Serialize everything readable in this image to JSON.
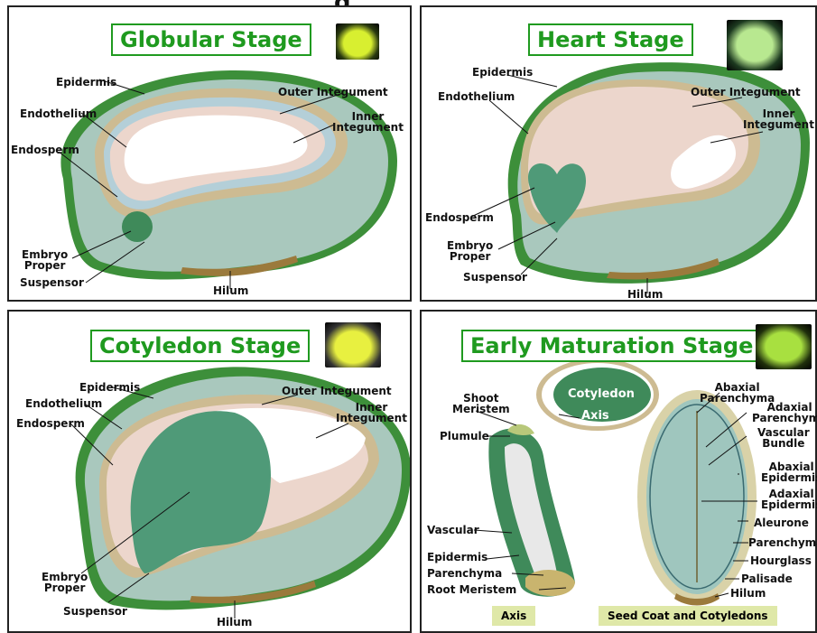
{
  "top_fragment": "g",
  "panels": {
    "globular": {
      "title": "Globular Stage",
      "labels": {
        "epidermis": "Epidermis",
        "endothelium": "Endothelium",
        "endosperm": "Endosperm",
        "outer_integument": "Outer Integument",
        "inner_integument": "Inner\nIntegument",
        "embryo_proper": "Embryo\nProper",
        "suspensor": "Suspensor",
        "hilum": "Hilum"
      }
    },
    "heart": {
      "title": "Heart Stage",
      "labels": {
        "epidermis": "Epidermis",
        "endothelium": "Endothelium",
        "outer_integument": "Outer Integument",
        "inner_integument": "Inner\nIntegument",
        "endosperm": "Endosperm",
        "embryo_proper": "Embryo\nProper",
        "suspensor": "Suspensor",
        "hilum": "Hilum"
      }
    },
    "cotyledon": {
      "title": "Cotyledon Stage",
      "labels": {
        "epidermis": "Epidermis",
        "endothelium": "Endothelium",
        "endosperm": "Endosperm",
        "outer_integument": "Outer Integument",
        "inner_integument": "Inner\nIntegument",
        "embryo_proper": "Embryo\nProper",
        "suspensor": "Suspensor",
        "hilum": "Hilum"
      }
    },
    "maturation": {
      "title": "Early Maturation Stage",
      "labels": {
        "shoot_meristem": "Shoot\nMeristem",
        "plumule": "Plumule",
        "cotyledon": "Cotyledon",
        "axis_inner": "Axis",
        "vascular": "Vascular",
        "epidermis": "Epidermis",
        "parenchyma": "Parenchyma",
        "root_meristem": "Root Meristem",
        "abaxial_parenchyma": "Abaxial\nParenchyma",
        "adaxial_parenchyma": "Adaxial\nParenchyma",
        "vascular_bundle": "Vascular\nBundle",
        "abaxial_epidermis": "Abaxial\nEpidermis",
        "adaxial_epidermis": "Adaxial\nEpidermis",
        "aleurone": "Aleurone",
        "parenchyma_right": "Parenchyma",
        "hourglass": "Hourglass",
        "palisade": "Palisade",
        "hilum": "Hilum"
      },
      "tags": {
        "axis": "Axis",
        "seed_coat": "Seed Coat and Cotyledons"
      }
    }
  },
  "colors": {
    "title_green": "#1f9a1f",
    "outer_green": "#3d8f3a",
    "seed_coat_teal": "#a9c8bd",
    "endosperm_pink": "#ecd6cc",
    "embryo_green": "#4f9a78",
    "integument_tan": "#cdbb92",
    "hilum_brown": "#9b7a3c",
    "tag_bg": "#dfe8a8"
  }
}
